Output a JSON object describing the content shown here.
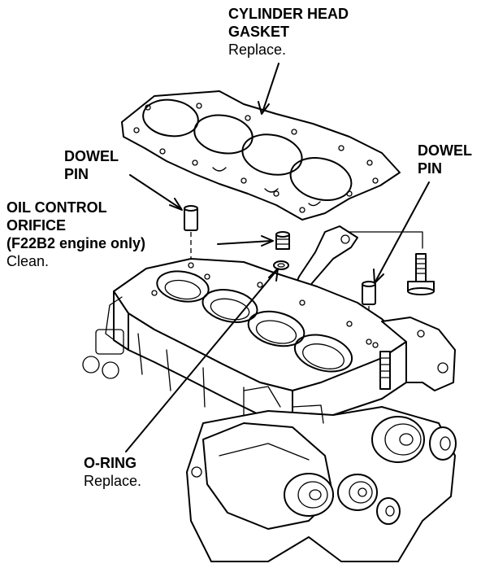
{
  "labels": {
    "gasket": {
      "line1": "CYLINDER HEAD",
      "line2": "GASKET",
      "note": "Replace."
    },
    "dowel_left": {
      "line1": "DOWEL",
      "line2": "PIN"
    },
    "dowel_right": {
      "line1": "DOWEL",
      "line2": "PIN"
    },
    "oil_orifice": {
      "line1": "OIL CONTROL",
      "line2": "ORIFICE",
      "line3": "(F22B2 engine only)",
      "note": "Clean."
    },
    "o_ring": {
      "line1": "O-RING",
      "note": "Replace."
    }
  },
  "colors": {
    "ink": "#000000",
    "paper": "#ffffff"
  }
}
